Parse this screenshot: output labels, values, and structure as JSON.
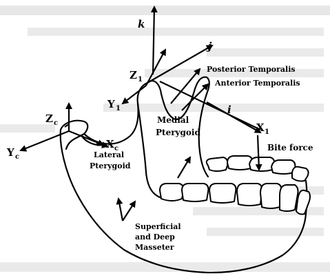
{
  "labels": {
    "k": "k",
    "j": "j",
    "i": "i",
    "z1": "Z",
    "z1_sub": "1",
    "y1": "Y",
    "y1_sub": "1",
    "x1": "X",
    "x1_sub": "1",
    "zc": "Z",
    "zc_sub": "c",
    "yc": "Y",
    "yc_sub": "c",
    "xc": "X",
    "xc_sub": "c",
    "posterior_temporalis": "Posterior Temporalis",
    "anterior_temporalis": "Anterior Temporalis",
    "medial_pterygoid_1": "Medial",
    "medial_pterygoid_2": "Pterygoid",
    "lateral_pterygoid_1": "Lateral",
    "lateral_pterygoid_2": "Pterygoid",
    "bite_force": "Bite force",
    "masseter_1": "Superficial",
    "masseter_2": "and Deep",
    "masseter_3": "Masseter"
  },
  "colors": {
    "ink": "#000000",
    "bleed_text": "#9a9a9a"
  }
}
